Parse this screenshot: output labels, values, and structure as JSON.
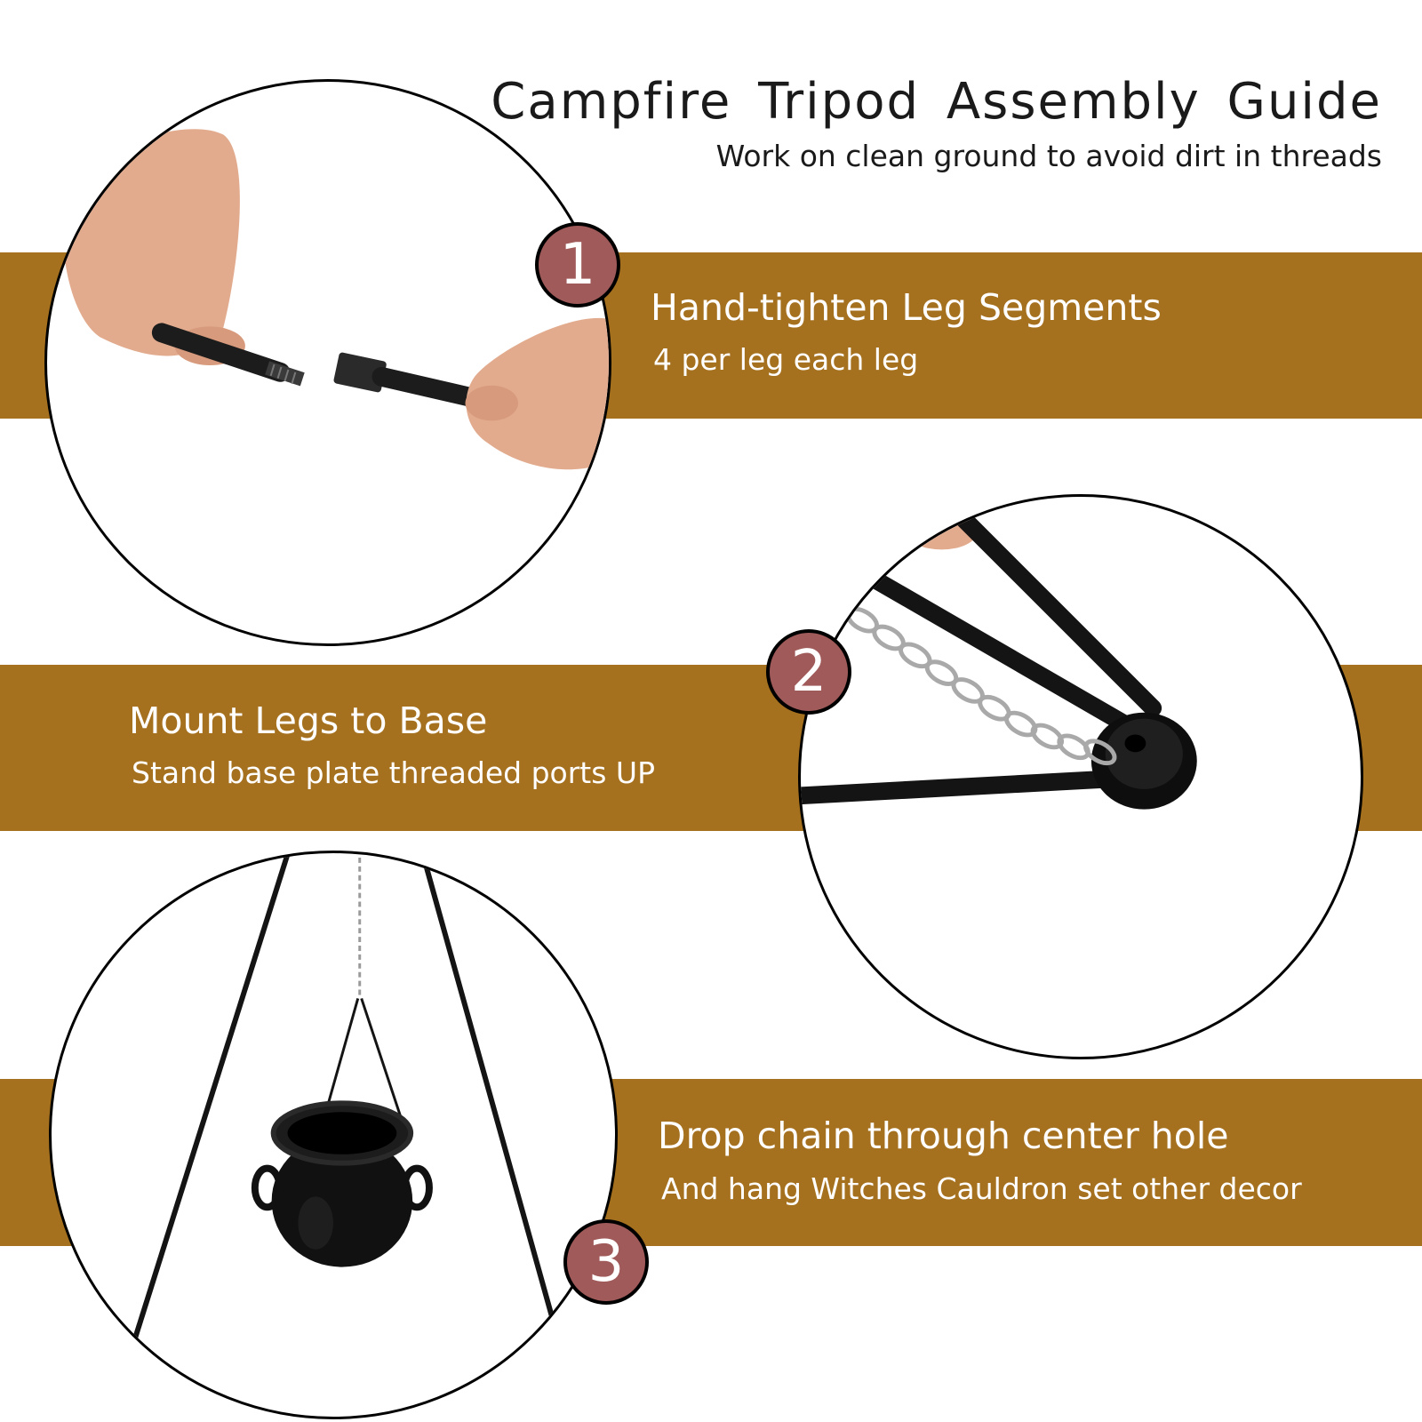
{
  "header": {
    "title": "Campfire  Tripod  Assembly  Guide",
    "subtitle": "Work on clean ground to avoid dirt in threads"
  },
  "steps": [
    {
      "number": "1",
      "title": "Hand-tighten Leg Segments",
      "subtitle": "4 per leg each leg"
    },
    {
      "number": "2",
      "title": "Mount Legs to Base",
      "subtitle": "Stand base plate threaded ports UP"
    },
    {
      "number": "3",
      "title": "Drop chain through center hole",
      "subtitle": "And hang Witches Cauldron set other decor"
    }
  ],
  "colors": {
    "band": "#a5711f",
    "badge": "#a05a5a",
    "text_on_band": "#ffffff",
    "heading_text": "#1a1a1a"
  }
}
